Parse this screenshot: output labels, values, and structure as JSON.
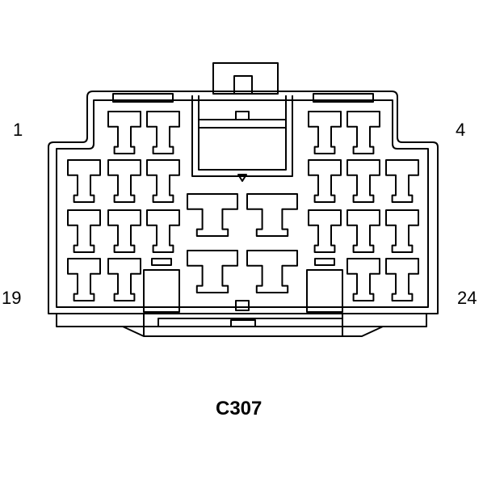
{
  "diagram": {
    "connector_id": "C307",
    "pin_labels": {
      "top_left": "1",
      "top_right": "4",
      "bottom_left": "19",
      "bottom_right": "24"
    },
    "colors": {
      "stroke": "#000000",
      "background": "#ffffff"
    }
  }
}
